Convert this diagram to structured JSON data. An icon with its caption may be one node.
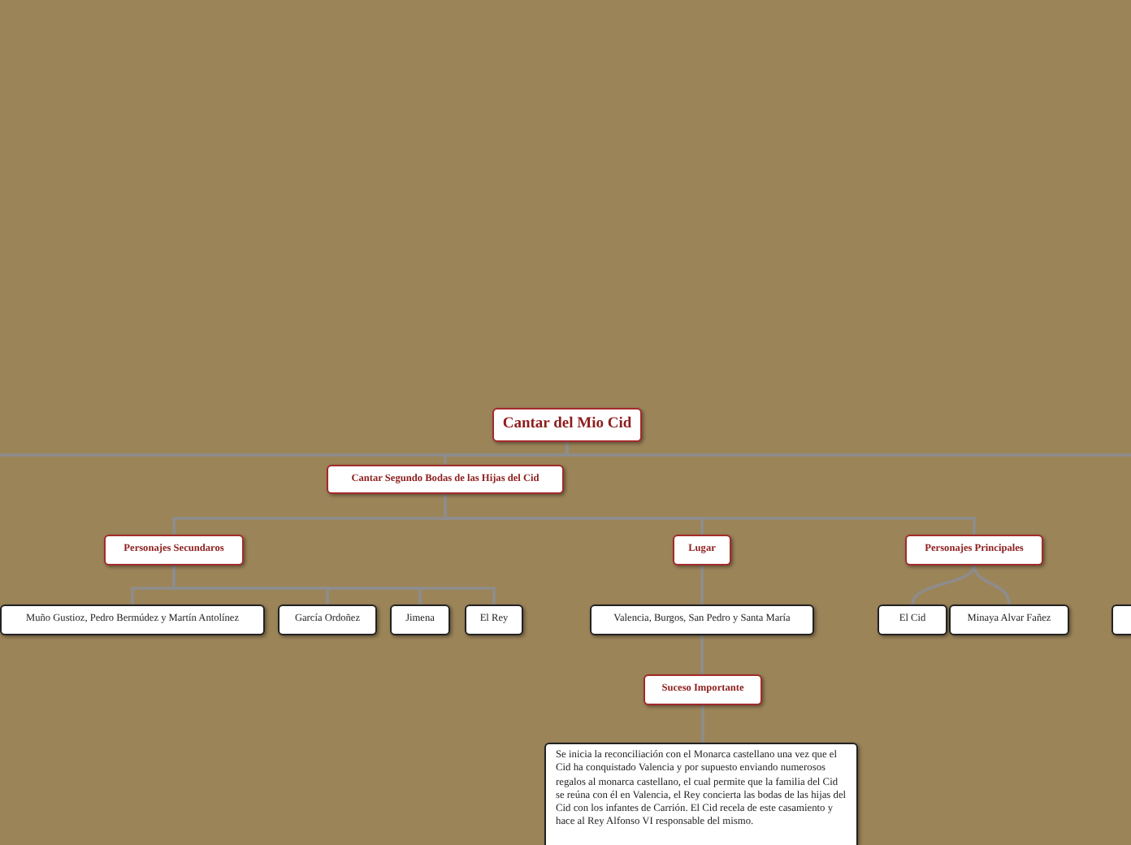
{
  "diagram": {
    "nodes": [
      {
        "text": [
          "Cantar del Mio Cid"
        ]
      },
      {
        "text": [
          "Cantar Segundo Bodas de las Hijas del Cid"
        ]
      },
      {
        "text": [
          "Personajes Secundaros"
        ]
      },
      {
        "text": [
          "Lugar"
        ]
      },
      {
        "text": [
          "Personajes Principales"
        ]
      },
      {
        "text": [
          "Muño Gustioz, Pedro Bermúdez y Martín Antolínez"
        ]
      },
      {
        "text": [
          "García Ordoñez"
        ]
      },
      {
        "text": [
          "Jimena"
        ]
      },
      {
        "text": [
          "El Rey"
        ]
      },
      {
        "text": [
          "Valencia, Burgos, San Pedro y Santa María"
        ]
      },
      {
        "text": [
          "El Cid"
        ]
      },
      {
        "text": [
          "Minaya Alvar Fañez"
        ]
      },
      {
        "text": [],
        "shape": "box"
      },
      {
        "text": [
          "Suceso Importante"
        ]
      },
      {
        "text": [
          "Se inicia la reconciliación con el Monarca castellano una vez que el Cid ha conquistado Valencia y por supuesto enviando numerosos regalos al monarca castellano, el cual permite que la familia del Cid se reúna con él en Valencia, el Rey concierta las bodas de las hijas del Cid con los infantes de Carrión. El Cid recela de este casamiento y hace al Rey Alfonso VI responsable del mismo."
        ]
      }
    ],
    "edges": [
      {
        "from": 0,
        "to": null,
        "arrow": "none"
      },
      {
        "from": 0,
        "to": null,
        "arrow": "none"
      },
      {
        "from": 0,
        "to": 1,
        "arrow": "none"
      },
      {
        "from": 1,
        "to": 2,
        "arrow": "none"
      },
      {
        "from": 1,
        "to": 3,
        "arrow": "none"
      },
      {
        "from": 1,
        "to": 4,
        "arrow": "none"
      },
      {
        "from": 2,
        "to": 5,
        "arrow": "none"
      },
      {
        "from": 2,
        "to": 6,
        "arrow": "none"
      },
      {
        "from": 2,
        "to": 7,
        "arrow": "none"
      },
      {
        "from": 2,
        "to": 8,
        "arrow": "none"
      },
      {
        "from": 3,
        "to": 9,
        "arrow": "none"
      },
      {
        "from": 4,
        "to": 10,
        "arrow": "none"
      },
      {
        "from": 4,
        "to": 11,
        "arrow": "none"
      },
      {
        "from": 9,
        "to": 13,
        "arrow": "none"
      },
      {
        "from": 13,
        "to": 14,
        "arrow": "none"
      }
    ]
  }
}
